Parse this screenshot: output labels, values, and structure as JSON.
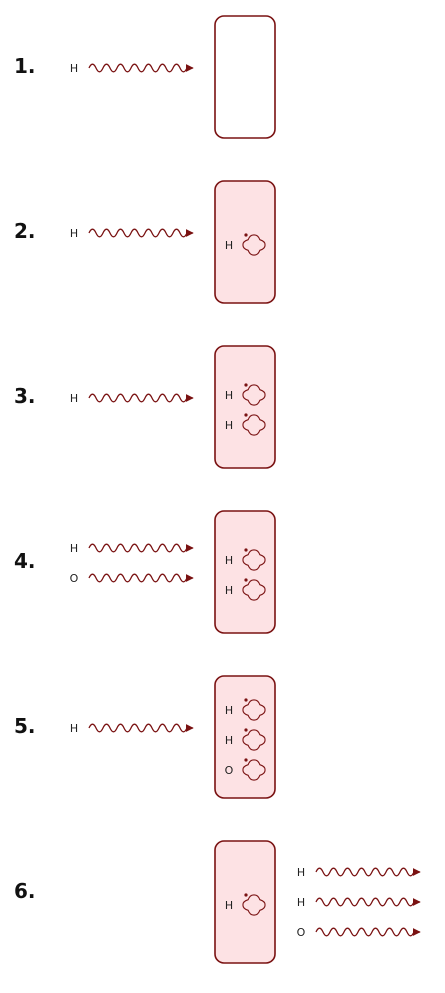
{
  "colors": {
    "stroke": "#7a1212",
    "box_fill_filled": "#fde2e4",
    "box_fill_empty": "#ffffff",
    "text": "#222222"
  },
  "steps": [
    {
      "number": "1.",
      "incoming": [
        "H"
      ],
      "box_filled": false,
      "contents": [],
      "outgoing": []
    },
    {
      "number": "2.",
      "incoming": [
        "H"
      ],
      "box_filled": true,
      "contents": [
        "H"
      ],
      "outgoing": []
    },
    {
      "number": "3.",
      "incoming": [
        "H"
      ],
      "box_filled": true,
      "contents": [
        "H",
        "H"
      ],
      "outgoing": []
    },
    {
      "number": "4.",
      "incoming": [
        "H",
        "O"
      ],
      "box_filled": true,
      "contents": [
        "H",
        "H"
      ],
      "outgoing": []
    },
    {
      "number": "5.",
      "incoming": [
        "H"
      ],
      "box_filled": true,
      "contents": [
        "H",
        "H",
        "O"
      ],
      "outgoing": []
    },
    {
      "number": "6.",
      "incoming": [],
      "box_filled": true,
      "contents": [
        "H"
      ],
      "outgoing": [
        "H",
        "H",
        "O"
      ]
    }
  ]
}
